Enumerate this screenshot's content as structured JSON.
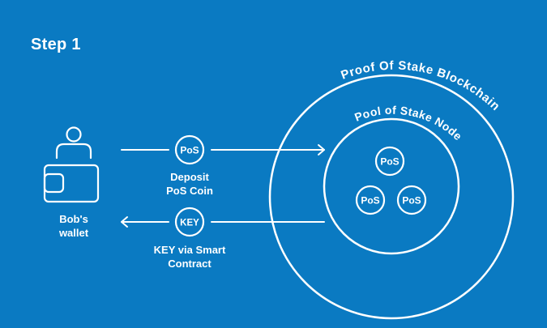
{
  "title": "Step 1",
  "wallet": {
    "line1": "Bob's",
    "line2": "wallet"
  },
  "deposit": {
    "badge": "PoS",
    "line1": "Deposit",
    "line2": "PoS Coin"
  },
  "key": {
    "badge": "KEY",
    "line1": "KEY via Smart",
    "line2": "Contract"
  },
  "outer_ring_label": "Proof Of Stake Blockchain",
  "inner_ring_label": "Pool of Stake Node",
  "pool_badges": [
    "PoS",
    "PoS",
    "PoS"
  ],
  "colors": {
    "background": "#0a7ac2",
    "foreground": "#ffffff"
  },
  "icons": [
    "person-icon",
    "wallet-icon"
  ]
}
